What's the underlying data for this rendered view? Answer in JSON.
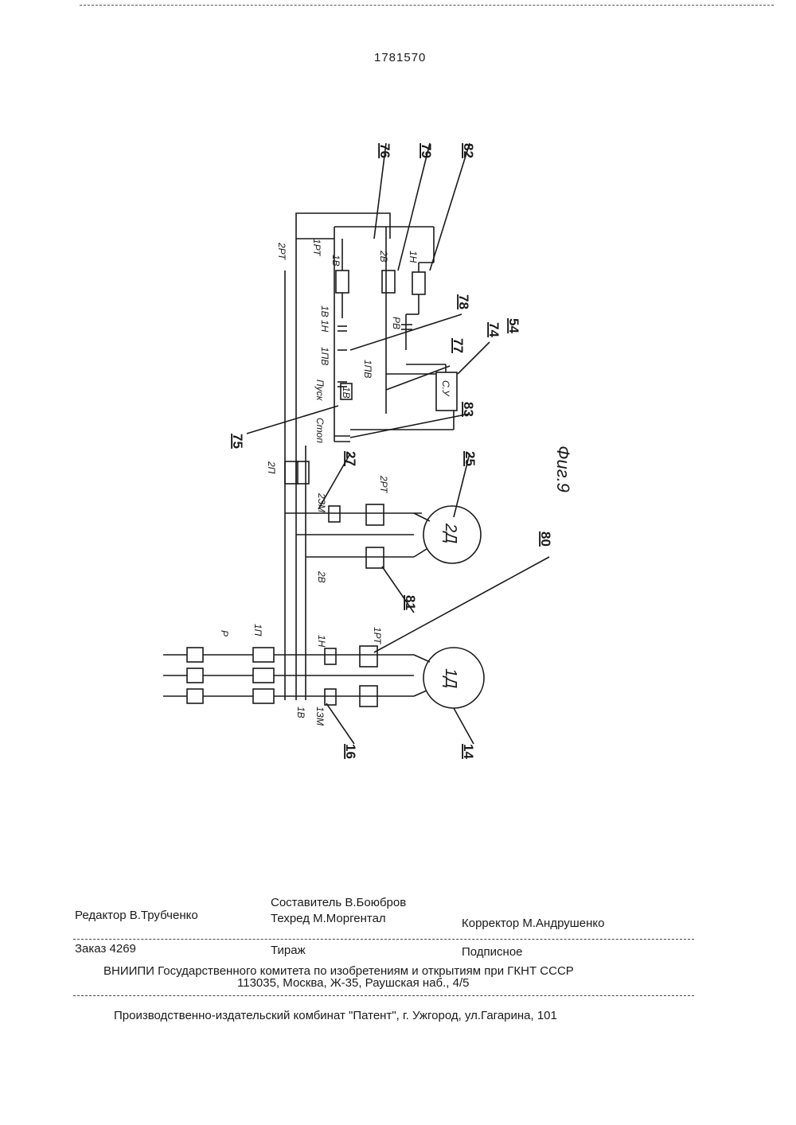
{
  "header": {
    "patent_number": "1781570"
  },
  "figure": {
    "caption": "Фиг.9",
    "callouts": [
      "76",
      "79",
      "82",
      "78",
      "74",
      "54",
      "77",
      "75",
      "83",
      "27",
      "25",
      "80",
      "81",
      "16",
      "14"
    ],
    "labels": {
      "rt2": "2РТ",
      "rt1": "1РТ",
      "v1": "1В",
      "v2": "2В",
      "n1": "1Н",
      "v1n1": "1В 1Н",
      "pv1": "1ПВ",
      "rv": "РВ",
      "pv1b": "1ПВ",
      "v1b": "1В",
      "start": "Пуск",
      "stop": "Стоп",
      "su": "С.У",
      "p2": "2П",
      "zm2": "2ЗМ",
      "rt2b": "2РТ",
      "v2b": "2В",
      "d2": "2Д",
      "p1": "1П",
      "r": "Р",
      "n1b": "1Н",
      "rt1b": "1РТ",
      "d1": "1Д",
      "v1c": "1В",
      "zm1": "1ЗМ"
    }
  },
  "footer": {
    "composer": "Составитель  В.Боюбров",
    "editor": "Редактор  В.Трубченко",
    "techred": "Техред М.Моргентал",
    "corrector": "Корректор  М.Андрушенко",
    "order": "Заказ  4269",
    "circulation": "Тираж",
    "subscription": "Подписное",
    "org": "ВНИИПИ Государственного комитета по изобретениям и открытиям при ГКНТ СССР",
    "address": "113035, Москва, Ж-35, Раушская наб., 4/5",
    "printer": "Производственно-издательский комбинат \"Патент\", г. Ужгород, ул.Гагарина, 101"
  }
}
